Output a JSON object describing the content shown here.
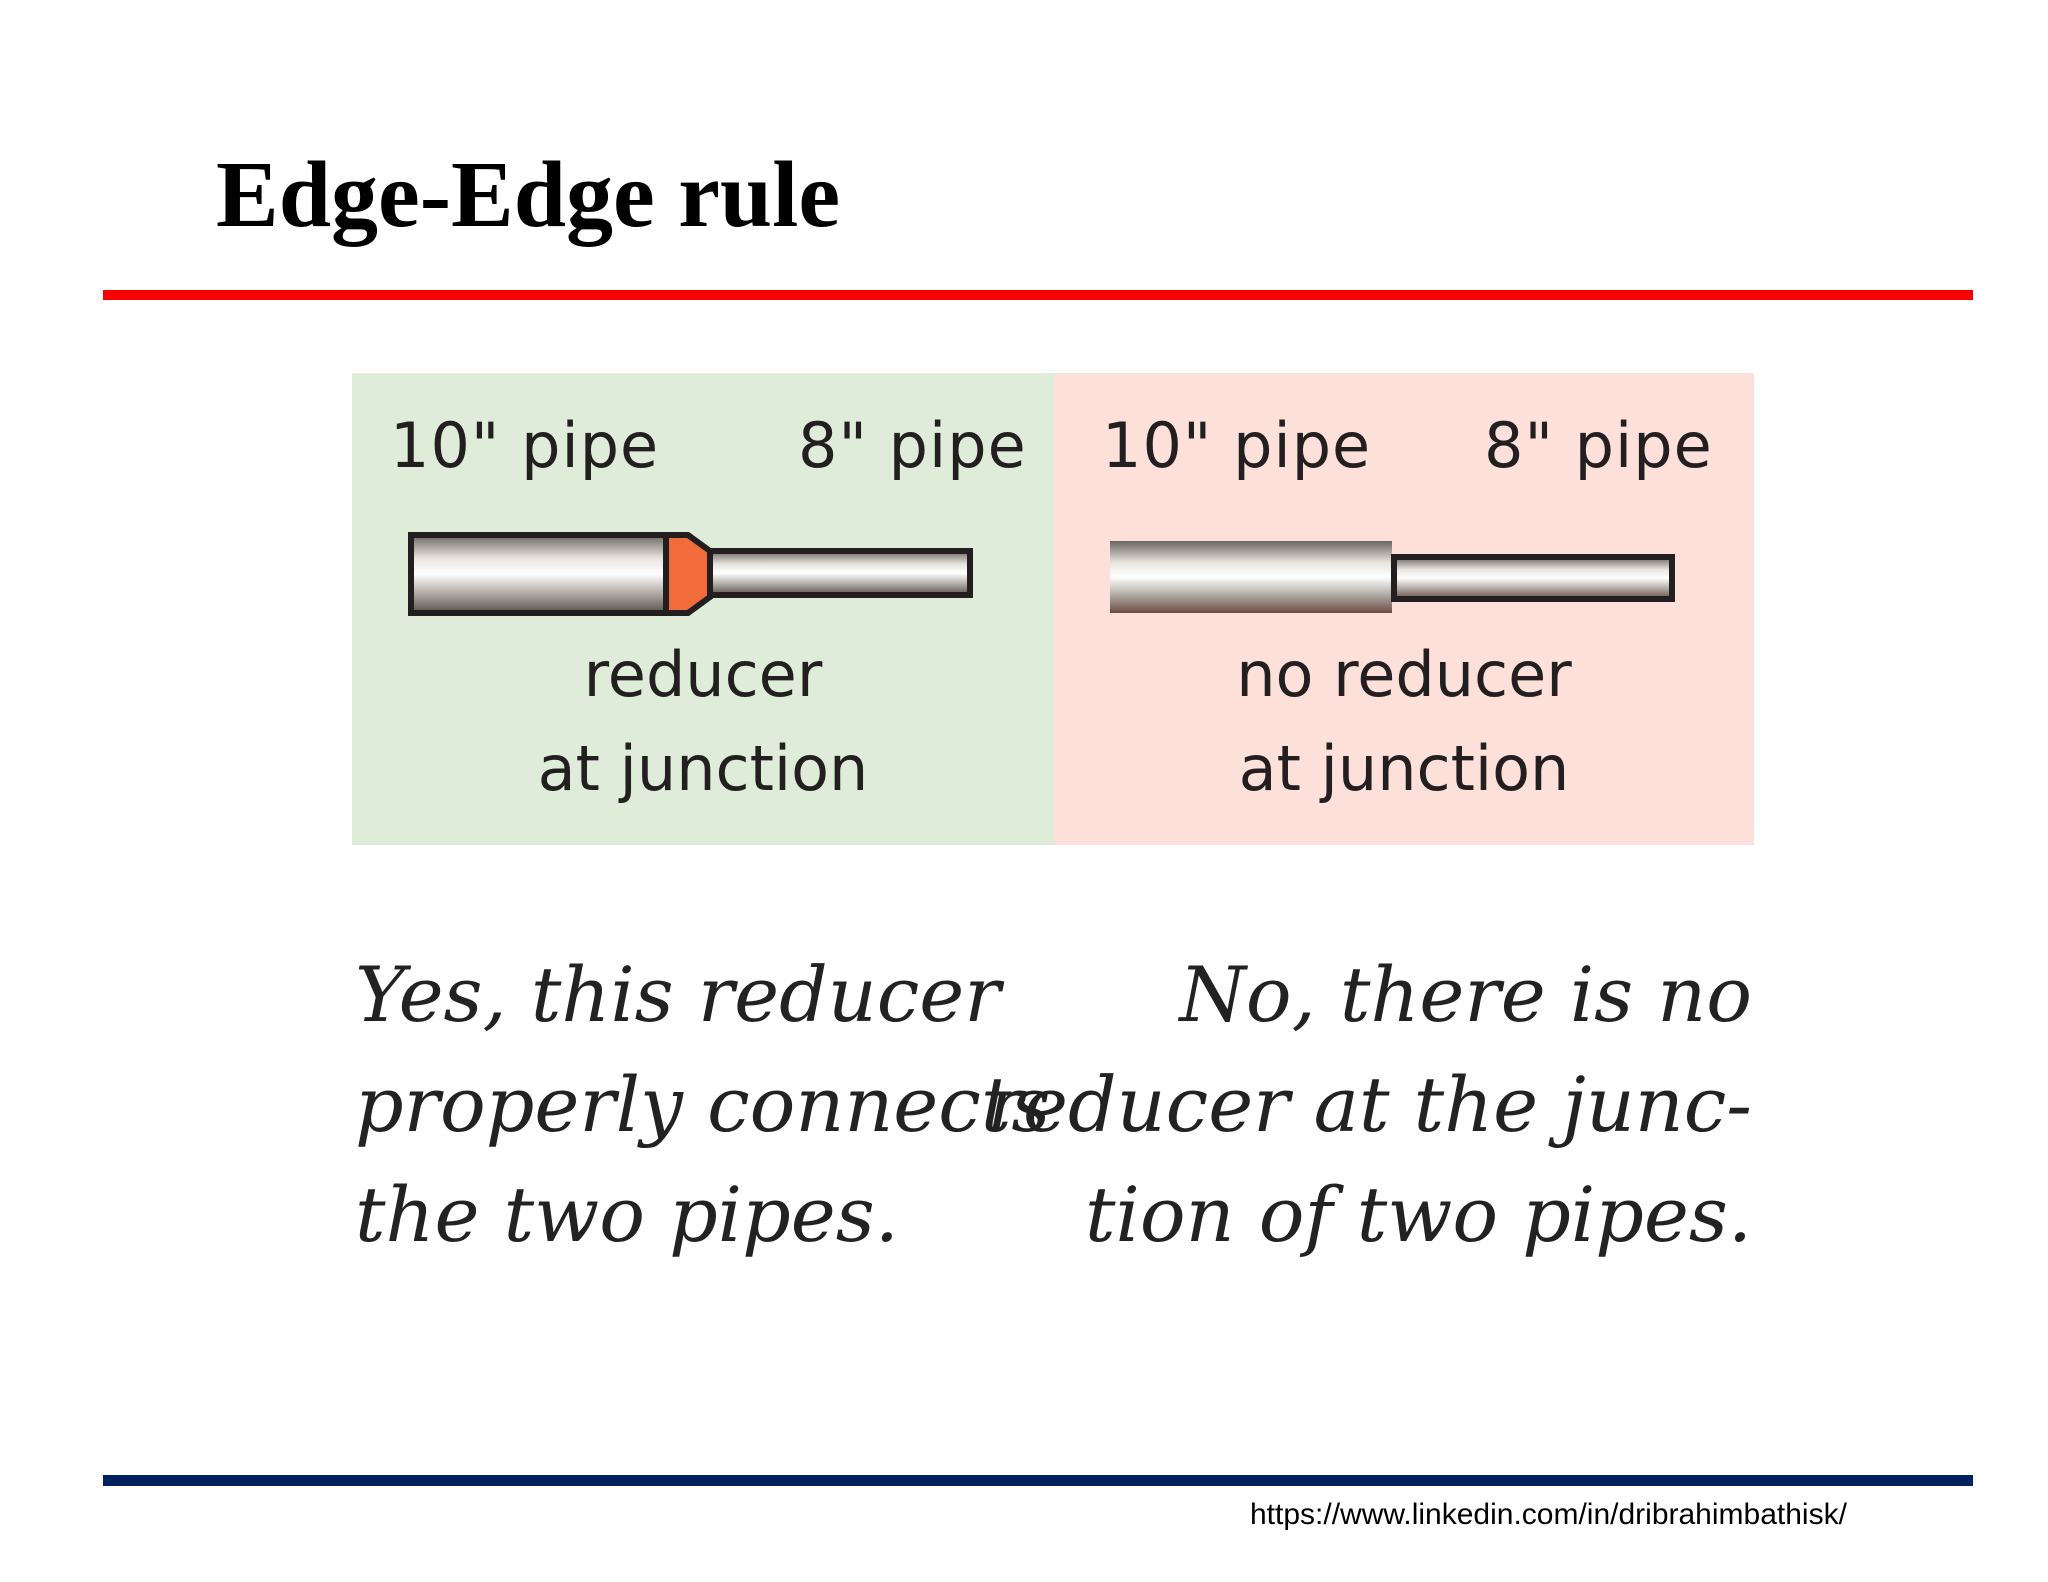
{
  "slide": {
    "title": "Edge-Edge rule",
    "footer_url": "https://www.linkedin.com/in/dribrahimbathisk/"
  },
  "figure": {
    "left_panel": {
      "label_large_pipe": "10\" pipe",
      "label_small_pipe": "8\" pipe",
      "junction_line1": "reducer",
      "junction_line2": "at junction"
    },
    "right_panel": {
      "label_large_pipe": "10\" pipe",
      "label_small_pipe": "8\" pipe",
      "junction_line1": "no reducer",
      "junction_line2": "at junction"
    }
  },
  "captions": {
    "left": {
      "line1": "Yes, this reducer",
      "line2": "properly connects",
      "line3": "the two pipes."
    },
    "right": {
      "line1": "No, there is no",
      "line2": "reducer at the junc-",
      "line3": "tion of two pipes."
    }
  },
  "colors": {
    "title_rule": "#ff0000",
    "footer_rule": "#002060",
    "left_panel_bg": "#e0ecda",
    "right_panel_bg": "#fde0da",
    "reducer_fill": "#f26b3a",
    "pipe_outline": "#231f20"
  }
}
